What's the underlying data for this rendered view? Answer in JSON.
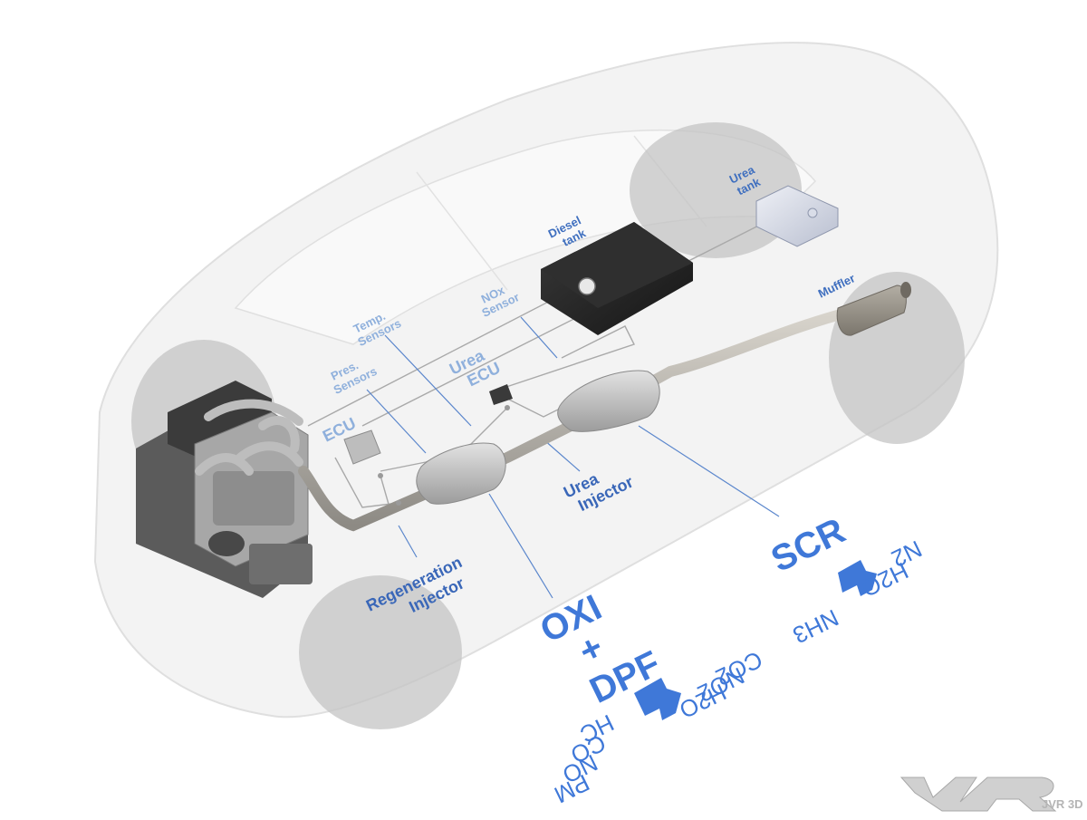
{
  "labels": {
    "diesel_tank": [
      "Diesel",
      "tank"
    ],
    "urea_tank": [
      "Urea",
      "tank"
    ],
    "muffler": "Muffler",
    "nox_sensor": [
      "NOx",
      "Sensor"
    ],
    "temp_sensors": [
      "Temp.",
      "Sensors"
    ],
    "pres_sensors": [
      "Pres.",
      "Sensors"
    ],
    "urea_ecu": [
      "Urea",
      "ECU"
    ],
    "ecu": "ECU",
    "urea_injector": [
      "Urea",
      "Injector"
    ],
    "regeneration_injector": [
      "Regeneration",
      "Injector"
    ]
  },
  "oxi_dpf": {
    "title_lines": [
      "OXI",
      "+",
      "DPF"
    ],
    "inputs": [
      "HC",
      "CO",
      "NO",
      "PM"
    ],
    "outputs": [
      "CO2",
      "NO2",
      "H2O"
    ]
  },
  "scr": {
    "title": "SCR",
    "inputs": [
      "NH3"
    ],
    "outputs": [
      "N2",
      "H2O"
    ]
  },
  "logo": "JVR 3D",
  "colors": {
    "accent": "#3f78d8",
    "label_dark": "#3a67b8",
    "label_light": "#8fb0dc",
    "leader": "#5a86cc"
  }
}
